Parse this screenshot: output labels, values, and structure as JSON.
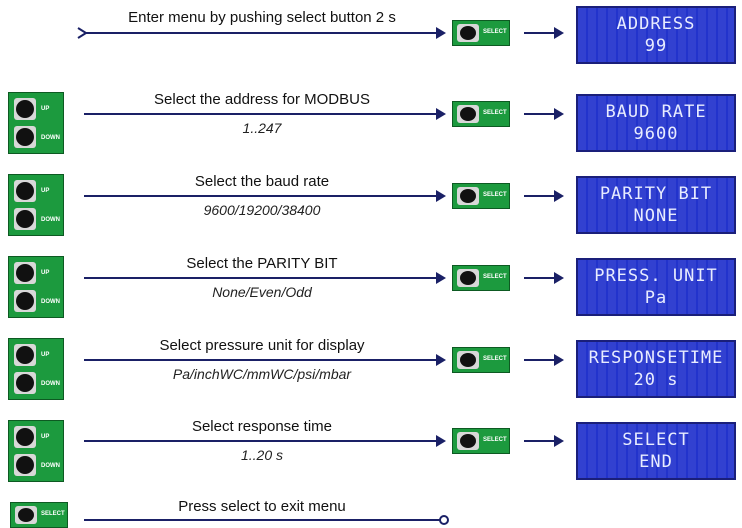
{
  "select_button_label": "SELECT",
  "up_label": "UP",
  "down_label": "DOWN",
  "steps": [
    {
      "label": "Enter menu by pushing select button 2 s",
      "sub": "",
      "lcd1": "ADDRESS",
      "lcd2": "99"
    },
    {
      "label": "Select the address for MODBUS",
      "sub": "1..247",
      "lcd1": "BAUD RATE",
      "lcd2": "9600"
    },
    {
      "label": "Select the baud rate",
      "sub": "9600/19200/38400",
      "lcd1": "PARITY BIT",
      "lcd2": "NONE"
    },
    {
      "label": "Select the PARITY BIT",
      "sub": "None/Even/Odd",
      "lcd1": "PRESS. UNIT",
      "lcd2": "Pa"
    },
    {
      "label": "Select pressure unit for display",
      "sub": "Pa/inchWC/mmWC/psi/mbar",
      "lcd1": "RESPONSETIME",
      "lcd2": "20 s"
    },
    {
      "label": "Select response time",
      "sub": "1..20 s",
      "lcd1": "SELECT",
      "lcd2": "END"
    }
  ],
  "exit": {
    "label": "Press select to exit menu"
  },
  "colors": {
    "button_green": "#1c9a3e",
    "lcd_blue": "#2233cc",
    "arrow_navy": "#1a2066"
  }
}
